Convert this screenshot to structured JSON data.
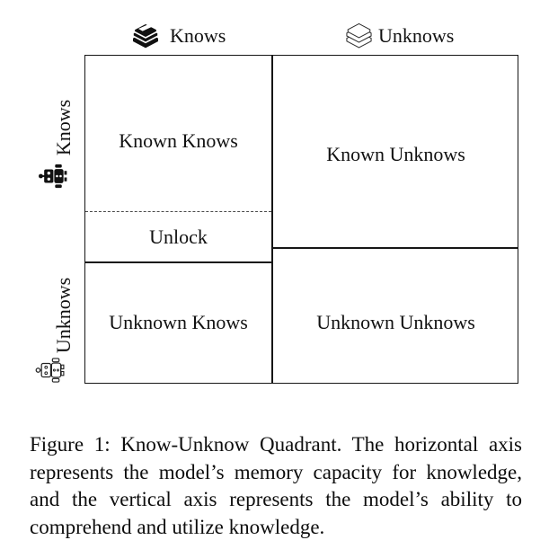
{
  "figure": {
    "top_axis": {
      "knows_label": "Knows",
      "unknows_label": "Unknows",
      "knows_icon": "books-filled",
      "unknows_icon": "books-outline"
    },
    "left_axis": {
      "knows_label": "Knows",
      "unknows_label": "Unknows",
      "knows_icon": "robot-filled",
      "unknows_icon": "robot-outline"
    },
    "quadrants": {
      "known_knows": "Known Knows",
      "unlock": "Unlock",
      "known_unknows": "Known Unknows",
      "unknown_knows": "Unknown Knows",
      "unknown_unknows": "Unknown Unknows"
    }
  },
  "caption": {
    "lines": [
      "Figure 1: Know-Unknow Quadrant. The horizontal axis",
      "represents the model’s memory capacity for knowledge,",
      "and the vertical axis represents the model’s ability to",
      "comprehend and utilize knowledge."
    ]
  },
  "colors": {
    "ink": "#161616",
    "background": "#ffffff",
    "dashed_line": "#4a4a4a"
  }
}
